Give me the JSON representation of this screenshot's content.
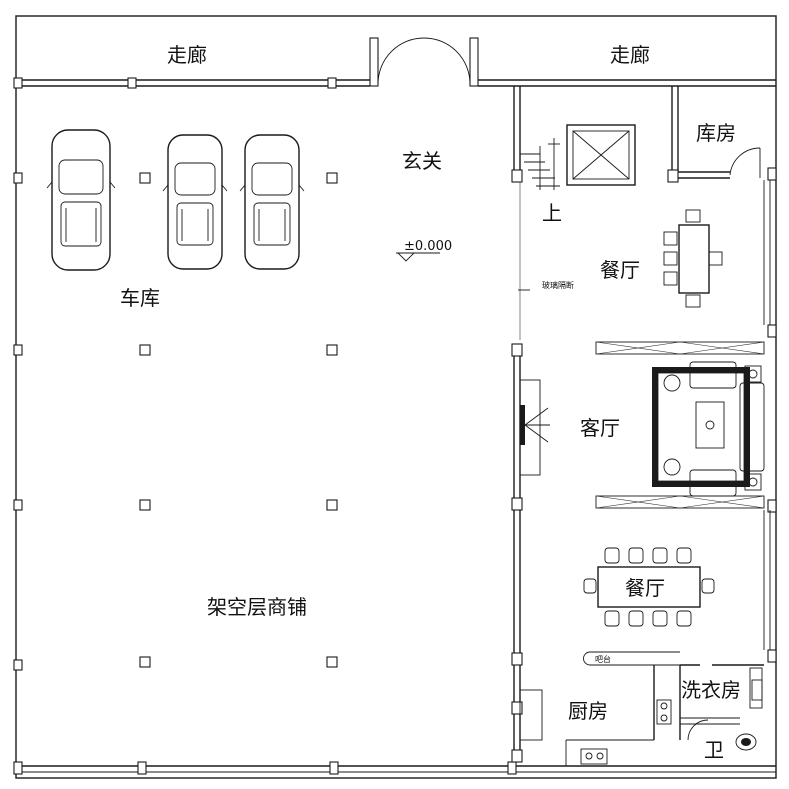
{
  "rooms": {
    "corridor_left": "走廊",
    "corridor_right": "走廊",
    "entrance": "玄关",
    "garage": "车库",
    "storeroom": "库房",
    "stairs_up": "上",
    "dining_upper": "餐厅",
    "living": "客厅",
    "dining_lower": "餐厅",
    "shops": "架空层商铺",
    "kitchen": "厨房",
    "laundry": "洗衣房",
    "bathroom": "卫"
  },
  "annotations": {
    "elevation": "±0.000",
    "glass_partition": "玻璃隔断",
    "counter_note": "吧台"
  }
}
